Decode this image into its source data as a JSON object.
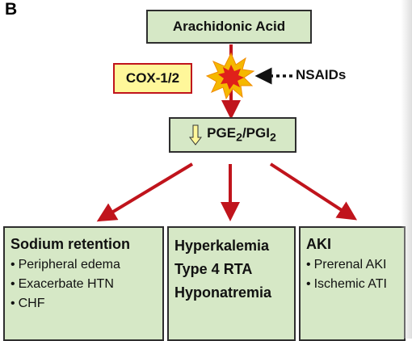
{
  "panel_letter": "B",
  "top_box": {
    "label": "Arachidonic Acid"
  },
  "enzyme": {
    "label": "COX-1/2"
  },
  "inhibitor": {
    "label": "NSAIDs"
  },
  "mediator": {
    "prefix": "PGE",
    "sub1": "2",
    "slash": "/PGI",
    "sub2": "2"
  },
  "effects": [
    {
      "title": "Sodium retention",
      "items": [
        "Peripheral edema",
        "Exacerbate HTN",
        "CHF"
      ]
    },
    {
      "lines": [
        "Hyperkalemia",
        "Type 4 RTA",
        "Hyponatremia"
      ]
    },
    {
      "title": "AKI",
      "items": [
        "Prerenal AKI",
        "Ischemic ATI"
      ]
    }
  ],
  "colors": {
    "arrow": "#c0141c",
    "box_fill": "#d6e8c6",
    "cox_fill": "#fff79a",
    "burst_outer": "#f5b800",
    "burst_inner": "#e0201a"
  },
  "bullet_char": "•"
}
